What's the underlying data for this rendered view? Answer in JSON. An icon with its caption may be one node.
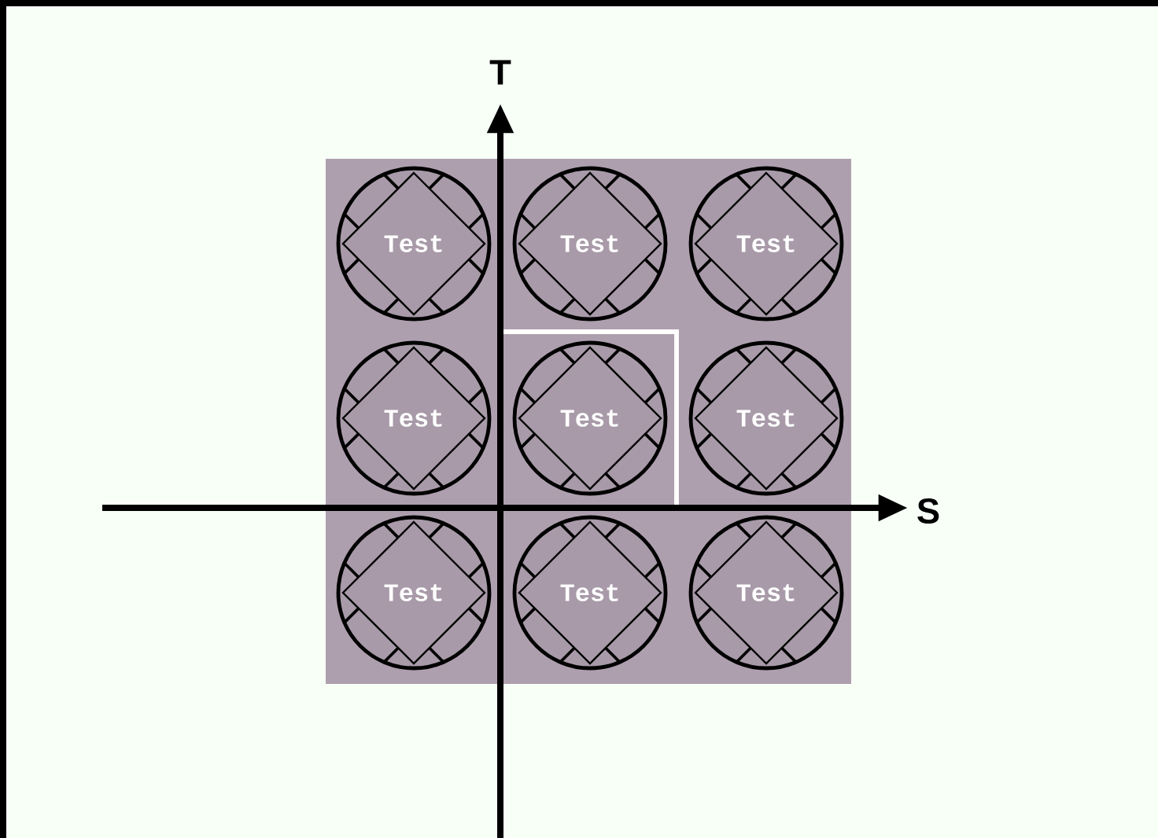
{
  "diagram": {
    "nodes": [
      {
        "text": [
          "Test"
        ]
      },
      {
        "text": [
          "Test"
        ]
      },
      {
        "text": [
          "Test"
        ]
      },
      {
        "text": [
          "Test"
        ]
      },
      {
        "text": [
          "Test"
        ]
      },
      {
        "text": [
          "Test"
        ]
      },
      {
        "text": [
          "Test"
        ]
      },
      {
        "text": [
          "Test"
        ]
      },
      {
        "text": [
          "Test"
        ]
      }
    ],
    "labels": [
      "T",
      "S"
    ]
  }
}
